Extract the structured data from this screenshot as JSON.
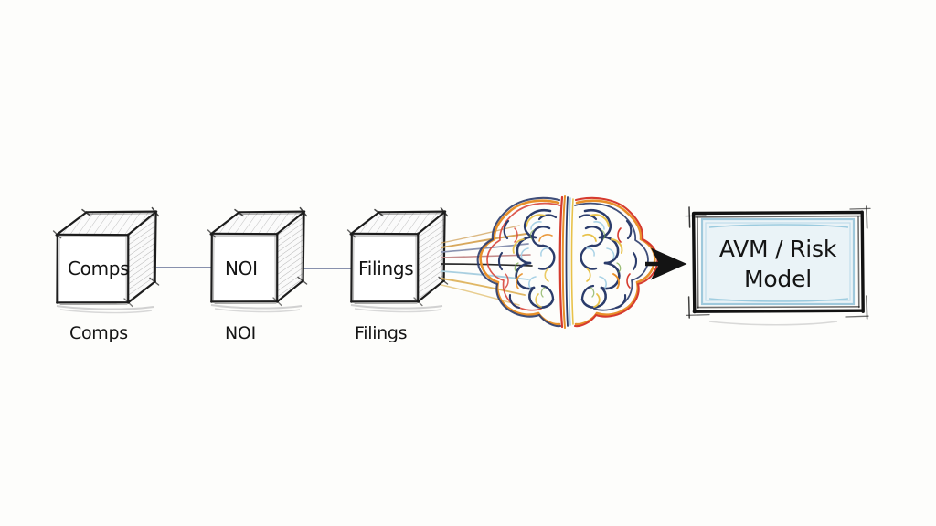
{
  "diagram": {
    "title": "Data sources to AVM / Risk Model pipeline sketch",
    "style": "hand-drawn whiteboard sketch",
    "background_color": "#fdfdfb",
    "ink_color": "#1a1a1a",
    "connector_color": "#8891ad",
    "panel_tint_color": "#e8f2f6",
    "panel_border_color": "#9fc9dc"
  },
  "sources": [
    {
      "id": "comps",
      "face_label": "Comps",
      "caption": "Comps",
      "icon": "cube-icon"
    },
    {
      "id": "noi",
      "face_label": "NOI",
      "caption": "NOI",
      "icon": "cube-icon"
    },
    {
      "id": "filings",
      "face_label": "Filings",
      "caption": "Filings",
      "icon": "cube-icon"
    }
  ],
  "processor": {
    "id": "brain",
    "icon": "brain-icon",
    "label": "",
    "palette": {
      "navy": "#2b3c6b",
      "red": "#d63b2f",
      "orange": "#e8902a",
      "gold": "#e8c24a",
      "teal": "#6fb7c9",
      "green": "#79a84a",
      "lightblue": "#a9d2e6"
    }
  },
  "output": {
    "id": "avm-risk-model",
    "lines": [
      "AVM / Risk",
      "Model"
    ],
    "text": "AVM / Risk Model"
  },
  "connectors": {
    "chain_label": "",
    "arrow_icon": "arrow-right-icon",
    "fan_colors": [
      "#d8a85c",
      "#8a93b0",
      "#c48b8b",
      "#2a2a2a",
      "#a9cfe0",
      "#e0b765"
    ]
  }
}
